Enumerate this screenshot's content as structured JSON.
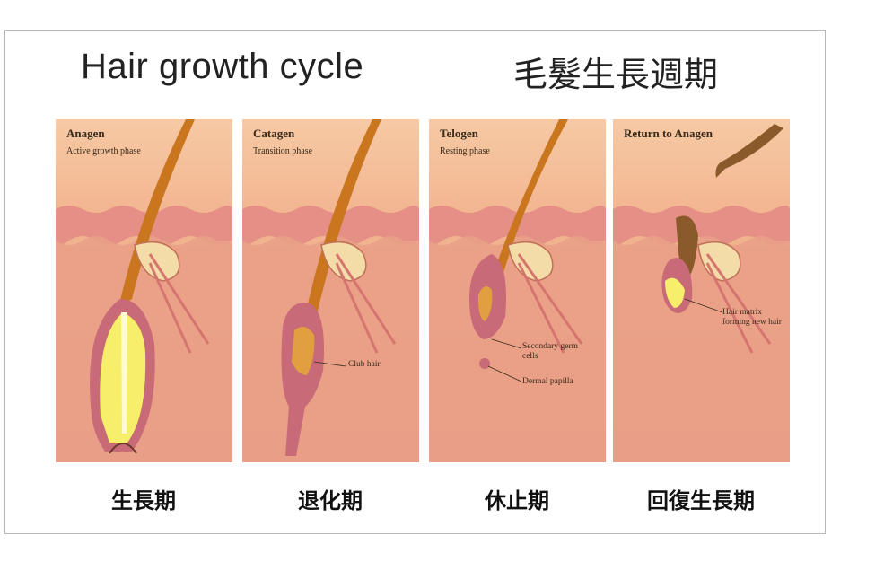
{
  "title": {
    "english": "Hair growth cycle",
    "chinese": "毛髮生長週期"
  },
  "panels": [
    {
      "title": "Anagen",
      "subtitle": "Active growth phase",
      "chinese_label": "生長期"
    },
    {
      "title": "Catagen",
      "subtitle": "Transition phase",
      "chinese_label": "退化期",
      "callouts": [
        "Club hair"
      ]
    },
    {
      "title": "Telogen",
      "subtitle": "Resting phase",
      "chinese_label": "休止期",
      "callouts": [
        "Secondary germ cells",
        "Dermal papilla"
      ]
    },
    {
      "title": "Return to Anagen",
      "subtitle": "",
      "chinese_label": "回復生長期",
      "callouts": [
        "Hair matrix forming new hair"
      ]
    }
  ],
  "colors": {
    "skin": "#f2b48f",
    "epidermis": "#e58f86",
    "dermis": "#e9a087",
    "hair": "#c9761e",
    "bulb": "#f7ef6a"
  }
}
